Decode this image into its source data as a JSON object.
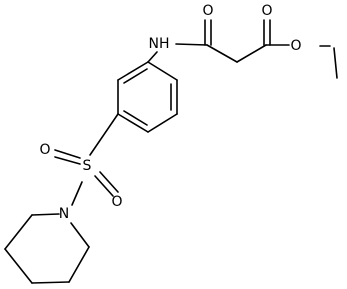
{
  "molecule": {
    "atom_labels": {
      "amide_nh": "NH",
      "amide_carbonyl_o": "O",
      "ester_carbonyl_o": "O",
      "ester_ether_o": "O",
      "sulfonyl_s": "S",
      "sulfonyl_o_left": "O",
      "sulfonyl_o_right": "O",
      "piperidine_n": "N"
    }
  }
}
